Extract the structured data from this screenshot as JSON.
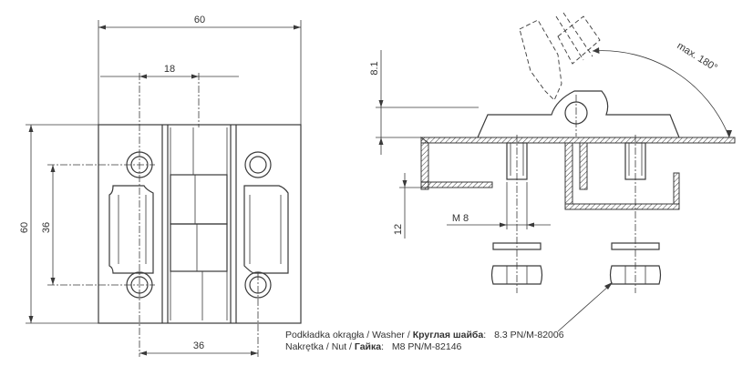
{
  "dimensions": {
    "overall_width": "60",
    "hole_offset_top": "18",
    "overall_height": "60",
    "hole_spacing_vertical": "36",
    "hole_spacing_horizontal": "36",
    "top_thickness": "8.1",
    "bottom_depth": "12",
    "thread": "M 8",
    "rotation": "max. 180°"
  },
  "notes": {
    "washer_label": "Podkładka okrągła / Washer /",
    "washer_label_ru": "Круглая шайба",
    "washer_spec": "8.3 PN/M-82006",
    "nut_label": "Nakrętka / Nut /",
    "nut_label_ru": "Гайка",
    "nut_spec": "M8 PN/M-82146"
  },
  "colors": {
    "line": "#3a3a3a",
    "hatch": "#3a3a3a",
    "background": "#ffffff"
  }
}
